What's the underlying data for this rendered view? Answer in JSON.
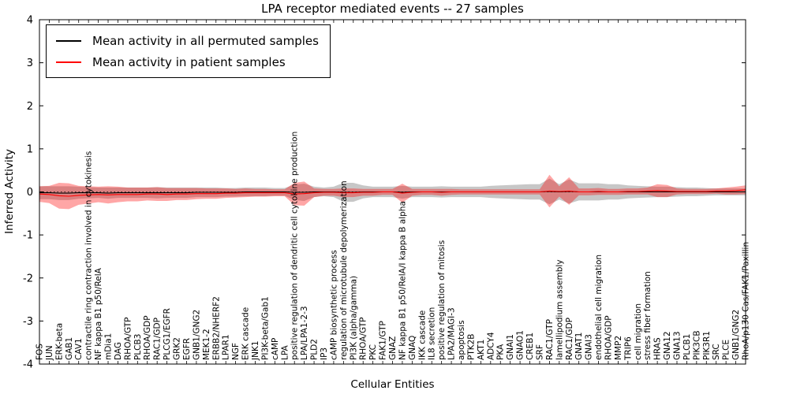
{
  "chart_data": {
    "type": "line",
    "title": "LPA receptor mediated events -- 27 samples",
    "xlabel": "Cellular Entities",
    "ylabel": "Inferred Activity",
    "ylim": [
      -4,
      4
    ],
    "yticks": [
      -4,
      -3,
      -2,
      -1,
      0,
      1,
      2,
      3,
      4
    ],
    "grid": false,
    "legend_position": "upper left",
    "categories": [
      "FOS",
      "JUN",
      "ERK-beta",
      "GAB1",
      "CAV1",
      "contractile ring contraction involved in cytokinesis",
      "NF kappa B1 p50/RelA",
      "mDia1",
      "DAG",
      "RHOA/GTP",
      "PLCB3",
      "RHOA/GDP",
      "RAC1/GDP",
      "PLCG1/EGFR",
      "GRK2",
      "EGFR",
      "GNB1/GNG2",
      "MEK1-2",
      "ERBB2/NHERF2",
      "LPAR1",
      "NGF",
      "ERK cascade",
      "JNK1",
      "PI3K-beta/Gab1",
      "cAMP",
      "LPA",
      "positive regulation of dendritic cell cytokine production",
      "LPA/LPA1-2-3",
      "PLD2",
      "IP3",
      "cAMP biosynthetic process",
      "regulation of microtubule depolymerization",
      "PI3K (alpha/gamma)",
      "RHOA/GTP",
      "PKC",
      "FAK1/GTP",
      "GNAZ",
      "NF kappa B1 p50/RelA/I kappa B alpha",
      "GNAQ",
      "IKK cascade",
      "IL8 secretion",
      "positive regulation of mitosis",
      "LPA2/MAGI-3",
      "apoptosis",
      "PTK2B",
      "AKT1",
      "ADCY4",
      "PKA",
      "GNAI1",
      "GNAO1",
      "CREB1",
      "SRF",
      "RAC1/GTP",
      "lamellipodium assembly",
      "RAC1/GDP",
      "GNAT1",
      "GNAI3",
      "endothelial cell migration",
      "RHOA/GDP",
      "MMP2",
      "TRIP6",
      "cell migration",
      "stress fiber formation",
      "HRAS",
      "GNA12",
      "GNA13",
      "PLCB1",
      "PIK3CB",
      "PIK3R1",
      "SRC",
      "PLCE",
      "GNB1/GNG2",
      "RhoA/p130 Cas/FAK1/Paxillin"
    ],
    "series": [
      {
        "name": "Mean activity in all permuted samples",
        "color": "#000000",
        "band_color": "rgba(0,0,0,0.22)",
        "values": [
          -0.02,
          -0.02,
          -0.03,
          -0.03,
          -0.02,
          -0.02,
          -0.02,
          -0.03,
          -0.02,
          -0.02,
          -0.02,
          -0.02,
          -0.02,
          -0.02,
          -0.02,
          -0.02,
          -0.01,
          -0.01,
          -0.01,
          -0.01,
          -0.01,
          0,
          0,
          0,
          0,
          0,
          -0.01,
          -0.01,
          0,
          0,
          0,
          -0.01,
          -0.01,
          0,
          0,
          0,
          0,
          -0.01,
          0,
          0,
          0,
          0,
          0,
          0,
          0,
          0,
          0,
          0,
          0,
          0,
          0,
          0,
          0.01,
          0,
          0.01,
          0,
          0,
          0,
          0,
          0,
          0,
          0,
          0,
          0,
          0,
          0,
          0,
          0,
          0,
          0,
          0,
          0,
          0
        ],
        "band_halfwidth": [
          0.15,
          0.15,
          0.16,
          0.16,
          0.14,
          0.13,
          0.12,
          0.13,
          0.12,
          0.12,
          0.12,
          0.12,
          0.13,
          0.12,
          0.12,
          0.12,
          0.11,
          0.11,
          0.11,
          0.1,
          0.1,
          0.1,
          0.1,
          0.1,
          0.09,
          0.09,
          0.18,
          0.2,
          0.12,
          0.1,
          0.12,
          0.22,
          0.22,
          0.15,
          0.12,
          0.12,
          0.12,
          0.15,
          0.12,
          0.12,
          0.12,
          0.13,
          0.12,
          0.12,
          0.12,
          0.12,
          0.14,
          0.15,
          0.16,
          0.17,
          0.18,
          0.18,
          0.3,
          0.18,
          0.28,
          0.2,
          0.2,
          0.2,
          0.18,
          0.18,
          0.15,
          0.14,
          0.13,
          0.12,
          0.12,
          0.11,
          0.1,
          0.1,
          0.09,
          0.08,
          0.08,
          0.08,
          0.08
        ]
      },
      {
        "name": "Mean activity in patient samples",
        "color": "#ff0000",
        "band_color": "rgba(255,0,0,0.35)",
        "values": [
          -0.05,
          -0.06,
          -0.09,
          -0.1,
          -0.08,
          -0.07,
          -0.06,
          -0.07,
          -0.06,
          -0.06,
          -0.06,
          -0.05,
          -0.05,
          -0.06,
          -0.05,
          -0.05,
          -0.04,
          -0.04,
          -0.04,
          -0.03,
          -0.03,
          -0.02,
          -0.02,
          -0.02,
          -0.02,
          -0.02,
          -0.05,
          -0.04,
          -0.02,
          -0.01,
          -0.01,
          -0.02,
          -0.02,
          -0.01,
          -0.01,
          0,
          0,
          -0.03,
          -0.01,
          0,
          0,
          -0.01,
          0,
          0,
          0,
          0,
          0,
          0,
          0,
          0,
          0,
          0,
          0.02,
          0.01,
          0.02,
          0,
          0,
          0.01,
          0,
          0,
          0.01,
          0.01,
          0.02,
          0.03,
          0.02,
          0.01,
          0.01,
          0.01,
          0.01,
          0.02,
          0.02,
          0.03,
          0.05
        ],
        "band_halfwidth": [
          0.18,
          0.2,
          0.3,
          0.3,
          0.22,
          0.2,
          0.18,
          0.2,
          0.18,
          0.16,
          0.16,
          0.15,
          0.16,
          0.15,
          0.14,
          0.14,
          0.13,
          0.12,
          0.12,
          0.11,
          0.1,
          0.1,
          0.09,
          0.09,
          0.08,
          0.08,
          0.26,
          0.28,
          0.1,
          0.08,
          0.08,
          0.1,
          0.1,
          0.08,
          0.08,
          0.07,
          0.07,
          0.22,
          0.08,
          0.07,
          0.07,
          0.08,
          0.07,
          0.06,
          0.06,
          0.06,
          0.06,
          0.06,
          0.06,
          0.06,
          0.06,
          0.06,
          0.38,
          0.12,
          0.32,
          0.08,
          0.08,
          0.08,
          0.07,
          0.07,
          0.07,
          0.07,
          0.08,
          0.15,
          0.14,
          0.07,
          0.06,
          0.06,
          0.06,
          0.06,
          0.08,
          0.09,
          0.1
        ]
      }
    ]
  }
}
